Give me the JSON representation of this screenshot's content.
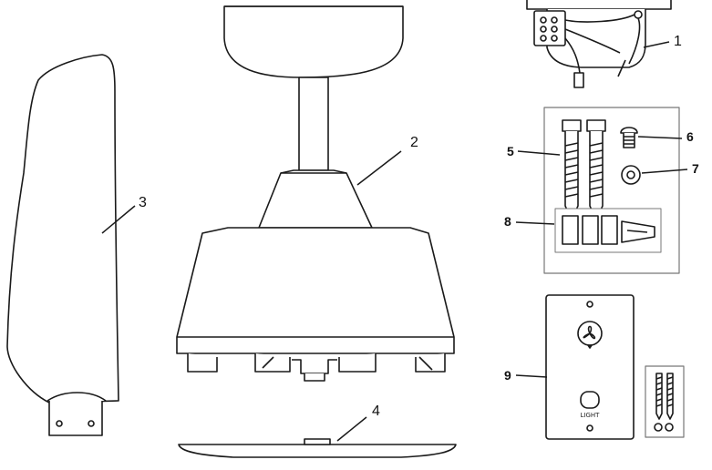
{
  "callouts": {
    "c1": "1",
    "c2": "2",
    "c3": "3",
    "c4": "4",
    "c5": "5",
    "c6": "6",
    "c7": "7",
    "c8": "8",
    "c9": "9"
  },
  "wall_control": {
    "fan_label": "",
    "light_label": "LIGHT"
  },
  "colors": {
    "line": "#1a1a1a",
    "box_border": "#777777",
    "fill": "#ffffff"
  }
}
